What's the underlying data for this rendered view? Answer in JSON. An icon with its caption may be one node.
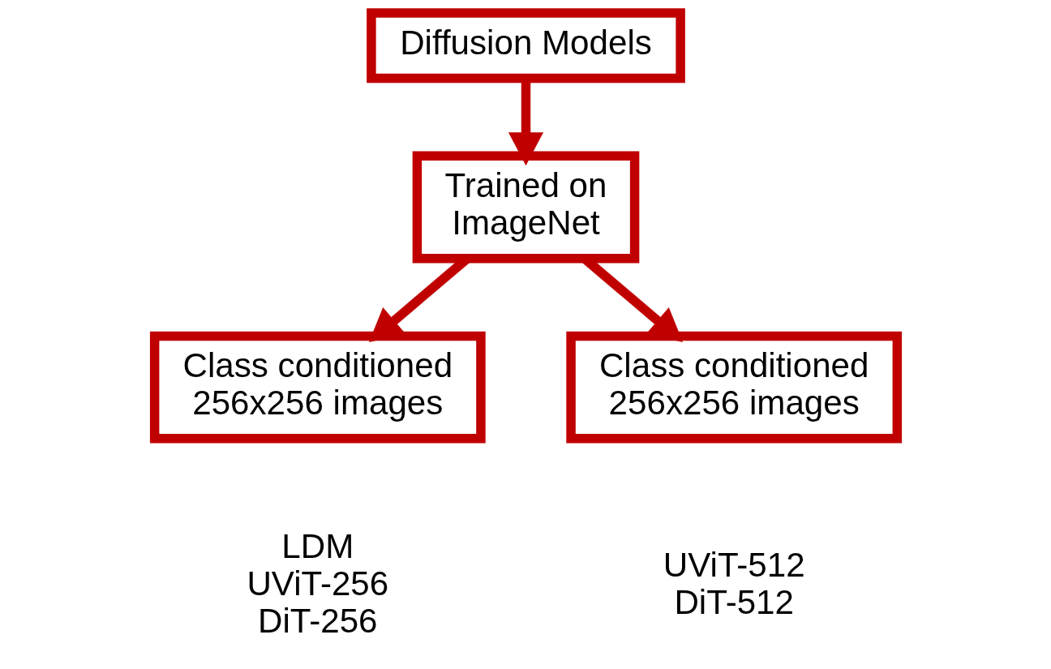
{
  "diagram": {
    "nodes": [
      {
        "text": [
          "Diffusion Models"
        ]
      },
      {
        "text": [
          "Trained on ImageNet"
        ]
      },
      {
        "text": [
          "Class conditioned 256x256 images"
        ],
        "beside": [
          "LDM",
          "UViT-256",
          "DiT-256"
        ]
      },
      {
        "text": [
          "Class conditioned 256x256 images"
        ],
        "beside": [
          "UViT-512",
          "DiT-512"
        ]
      }
    ],
    "edges": [
      {
        "from": 0,
        "to": 1,
        "arrow": "to"
      },
      {
        "from": 1,
        "to": 2,
        "arrow": "to"
      },
      {
        "from": 1,
        "to": 3,
        "arrow": "to"
      }
    ]
  }
}
